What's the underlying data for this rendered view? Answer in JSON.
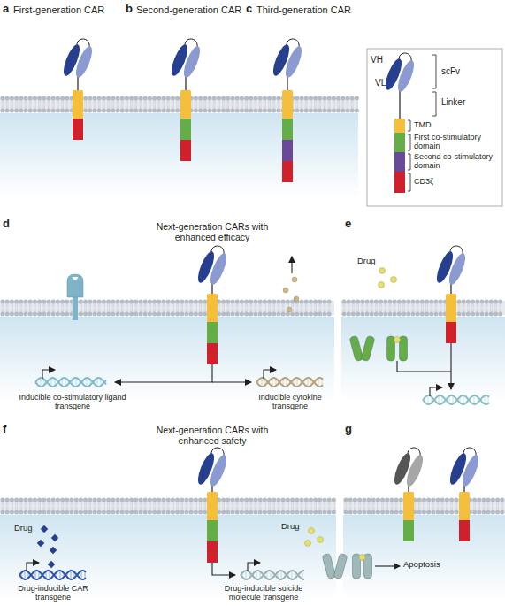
{
  "diagram": {
    "labels": [
      "a",
      "First-generation CAR",
      "b",
      "Second-generation CAR",
      "c",
      "Third-generation CAR",
      "VH",
      "VL",
      "scFv",
      "Linker",
      "d",
      "Next-generation CARs with enhanced efficacy",
      "Inducible co-stimulatory ligand transgene",
      "Inducible cytokine transgene",
      "e",
      "Drug",
      "f",
      "Next-generation CARs with enhanced safety",
      "Drug",
      "Drug-inducible CAR transgene",
      "Drug-inducible suicide molecule transgene",
      "Drug",
      "Apoptosis",
      "g"
    ],
    "legend": [
      {
        "text": "TMD",
        "color": "#f5bf3c"
      },
      {
        "text": "First co-stimulatory domain",
        "color": "#64ad47"
      },
      {
        "text": "Second co-stimulatory domain",
        "color": "#6a4a98"
      },
      {
        "text": "CD3ζ",
        "color": "#d0202b"
      }
    ]
  }
}
